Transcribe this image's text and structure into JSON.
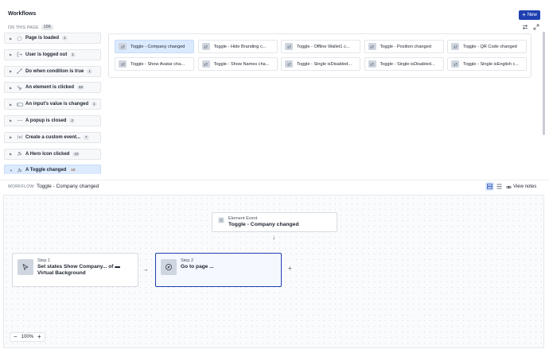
{
  "header": {
    "title": "Workflows",
    "new_button_label": "New",
    "on_this_page_label": "ON THIS PAGE",
    "on_this_page_count": "106"
  },
  "events": [
    {
      "label": "Page is loaded",
      "count": "1",
      "icon": "circle-dashed-icon",
      "selected": false
    },
    {
      "label": "User is logged out",
      "count": "1",
      "icon": "logout-icon",
      "selected": false
    },
    {
      "label": "Do when condition is true",
      "count": "1",
      "icon": "condition-icon",
      "selected": false
    },
    {
      "label": "An element is clicked",
      "count": "68",
      "icon": "click-icon",
      "selected": false
    },
    {
      "label": "An input's value is changed",
      "count": "1",
      "icon": "input-icon",
      "selected": false
    },
    {
      "label": "A popup is closed",
      "count": "2",
      "icon": "popup-icon",
      "selected": false
    },
    {
      "label": "Create a custom event...",
      "count": "7",
      "icon": "custom-event-icon",
      "selected": false
    },
    {
      "label": "A Hero Icon clicked",
      "count": "10",
      "icon": "plugin-icon",
      "selected": false
    },
    {
      "label": "A Toggle changed",
      "count": "10",
      "icon": "plugin-icon",
      "selected": true
    }
  ],
  "workflow_cards": [
    {
      "label": "Toggle - Company changed",
      "selected": true
    },
    {
      "label": "Toggle - Hide Branding c...",
      "selected": false
    },
    {
      "label": "Toggle - Offline Wallet1 c...",
      "selected": false
    },
    {
      "label": "Toggle - Position changed",
      "selected": false
    },
    {
      "label": "Toggle - QR Code changed",
      "selected": false
    },
    {
      "label": "Toggle - Show Avatar cha...",
      "selected": false
    },
    {
      "label": "Toggle - Show Names cha...",
      "selected": false
    },
    {
      "label": "Toggle - Single isDisabled...",
      "selected": false
    },
    {
      "label": "Toggle - Single isDisabled...",
      "selected": false
    },
    {
      "label": "Toggle - Single isEnglish c...",
      "selected": false
    }
  ],
  "workflow_bar": {
    "label": "WORKFLOW:",
    "name": "Toggle - Company changed",
    "view_notes_label": "View notes"
  },
  "canvas": {
    "event_node": {
      "label": "Element Event",
      "name": "Toggle - Company changed"
    },
    "steps": [
      {
        "label": "Step 1",
        "name": "Set states Show Company... of ▬ Virtual Background",
        "icon": "cursor-icon",
        "active": false
      },
      {
        "label": "Step 2",
        "name": "Go to page ...",
        "icon": "navigate-icon",
        "active": true
      }
    ],
    "zoom_level": "100%"
  },
  "colors": {
    "accent": "#1d3fb0",
    "selected_bg": "#dbeafe"
  }
}
